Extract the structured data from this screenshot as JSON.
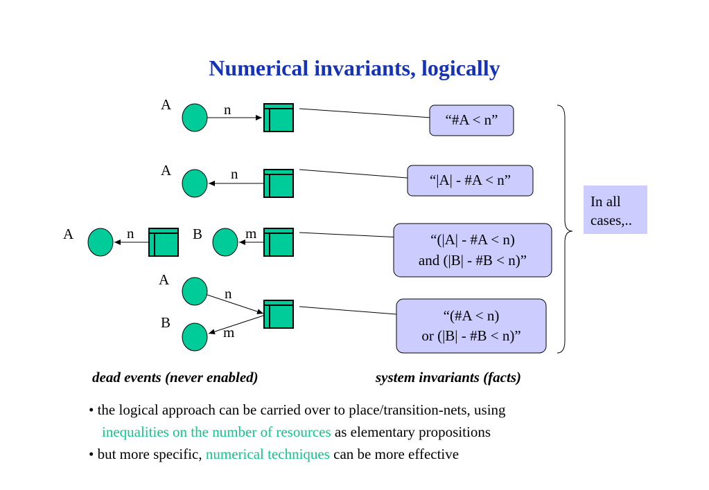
{
  "title": "Numerical invariants, logically",
  "rows": {
    "row1": {
      "place": "A",
      "arc": "n",
      "formula": "“#A < n”"
    },
    "row2": {
      "place": "A",
      "arc": "n",
      "formula": "“|A| - #A < n”"
    },
    "row3": {
      "place_a": "A",
      "arc_a": "n",
      "place_b": "B",
      "arc_b": "m",
      "formula_line1": "“(|A| - #A < n)",
      "formula_line2": "and (|B| - #B < n)”"
    },
    "row4": {
      "place_a": "A",
      "arc_a": "n",
      "place_b": "B",
      "arc_b": "m",
      "formula_line1": "“(#A < n)",
      "formula_line2": "or (|B| - #B < n)”"
    }
  },
  "summary": {
    "line1": "In all",
    "line2": "cases,.."
  },
  "captions": {
    "left": "dead events (never enabled)",
    "right": "system invariants (facts)"
  },
  "bullets": {
    "b1_part1": "• the logical approach can be carried over to place/transition-nets, using",
    "b1_highlight": "inequalities on the number of resources",
    "b1_part2": " as elementary propositions",
    "b2_part1": "• but more specific, ",
    "b2_highlight": "numerical techniques",
    "b2_part2": " can be more effective"
  },
  "colors": {
    "title": "#1533b8",
    "place_fill": "#00cc99",
    "transition_fill": "#00cc99",
    "callout_fill": "#ccccff",
    "highlight": "#10c48a"
  }
}
